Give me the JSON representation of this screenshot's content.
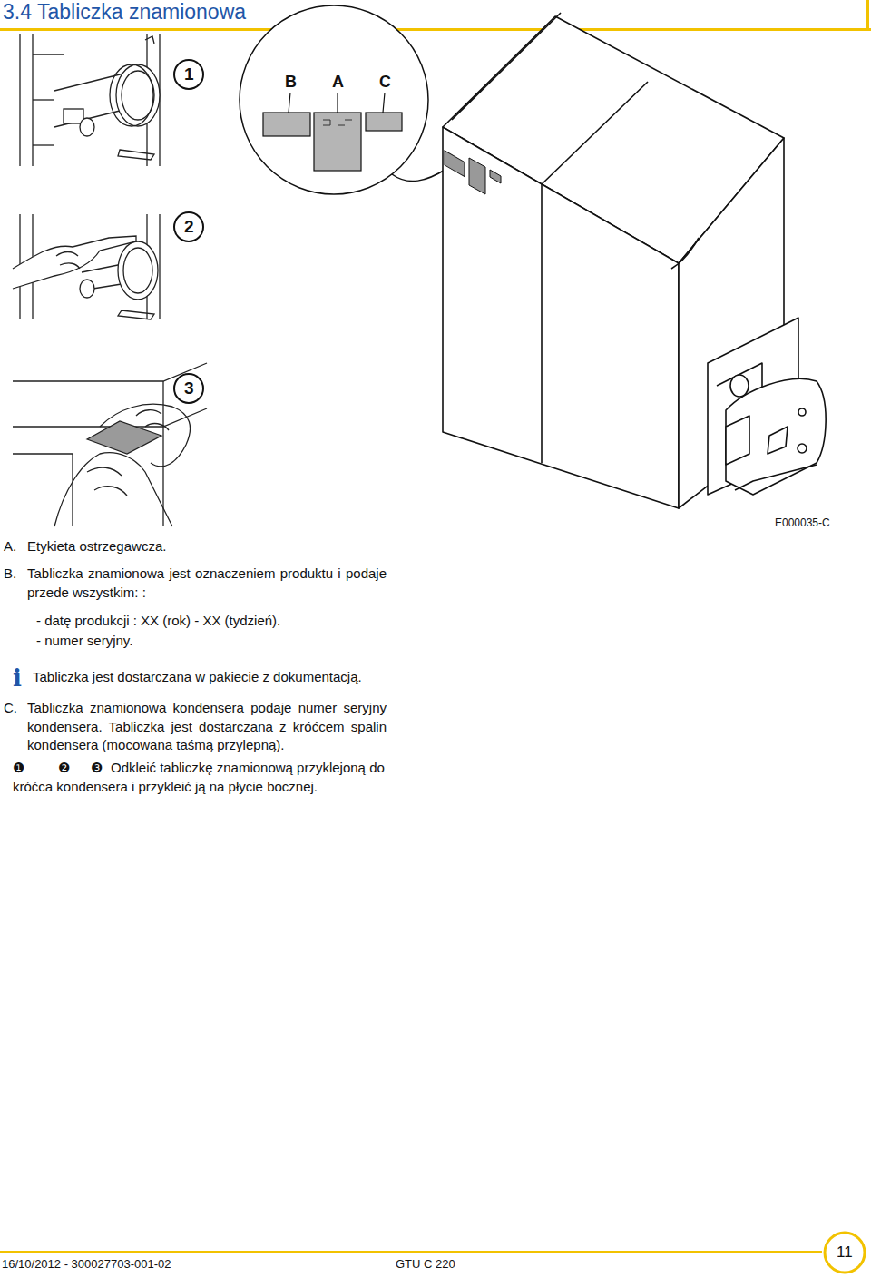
{
  "diagram": {
    "title": "3.4 Tabliczka znamionowa",
    "labels": [
      "1",
      "B",
      "A",
      "C",
      "2",
      "3",
      "E000035-C",
      "A.",
      "Etykieta ostrzegawcza.",
      "B.",
      "Tabliczka znamionowa jest oznaczeniem produktu i podaje przede wszystkim: :",
      "- datę produkcji : XX (rok) - XX (tydzień).",
      "- numer seryjny.",
      "i",
      "Tabliczka jest dostarczana w pakiecie z dokumentacją.",
      "C.",
      "Tabliczka znamionowa kondensera podaje numer seryjny kondensera. Tabliczka jest dostarczana z króćcem spalin kondensera (mocowana taśmą przylepną).",
      "❶",
      "❷",
      "❸",
      "Odkleić tabliczkę znamionową przyklejoną do króćca kondensera i przykleić ją na płycie bocznej.",
      "16/10/2012 - 300027703-001-02",
      "GTU C 220",
      "11"
    ]
  }
}
